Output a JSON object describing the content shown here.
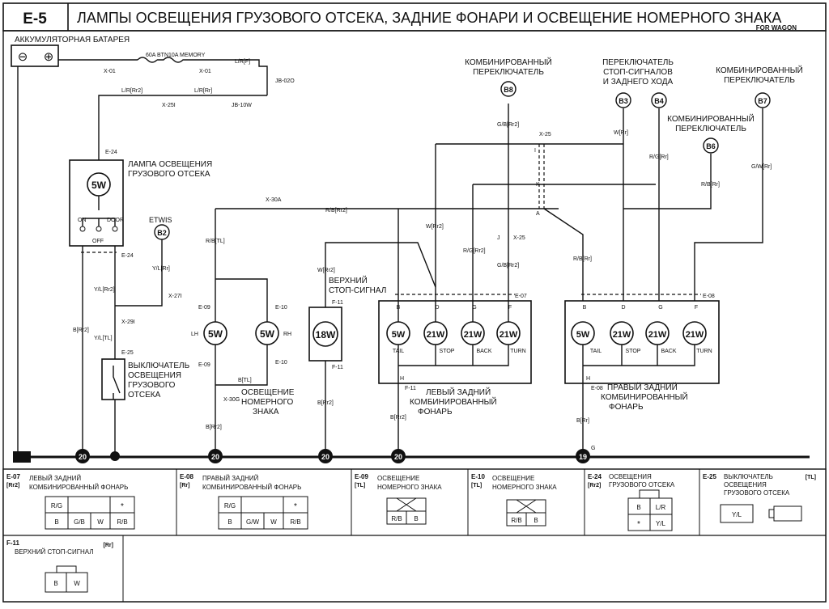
{
  "header": {
    "code": "E-5",
    "title": "ЛАМПЫ ОСВЕЩЕНИЯ ГРУЗОВОГО ОТСЕКА, ЗАДНИЕ ФОНАРИ И ОСВЕЩЕНИЕ НОМЕРНОГО ЗНАКА",
    "subtitle": "FOR WAGON"
  },
  "battery": {
    "label": "АККУМУЛЯТОРНАЯ БАТАРЕЯ",
    "minus": "⊖",
    "plus": "⊕"
  },
  "fuses": {
    "fuse1": "60A BTN",
    "fuse2": "10A MEMORY"
  },
  "connectors": {
    "x01a": "X-01",
    "x01b": "X-01",
    "lrf": "L/R[F]",
    "jb02o": "JB-02O",
    "lrr2": "L/R[Rr2]",
    "x25i": "X-25I",
    "lrr": "L/R[Rr]",
    "jb10w": "JB-10W",
    "e24": "E-24",
    "e24b": "E-24",
    "x30a": "X-30A",
    "rbr2": "R/B[Rr2]",
    "ylr": "Y/L[Rr]",
    "x27i": "X-27I",
    "ylr2": "Y/L[Rr2]",
    "x29i": "X-29I",
    "yltl": "Y/L[TL]",
    "e25": "E-25",
    "brr2": "B[Rr2]",
    "rbtl": "R/B[TL]",
    "e09a": "E-09",
    "e09b": "E-09",
    "e10a": "E-10",
    "e10b": "E-10",
    "btl": "B[TL]",
    "x30g": "X-30G",
    "br2b": "B[Rr2]",
    "wr2": "W[Rr2]",
    "f11a": "F-11",
    "f11b": "F-11",
    "br2c": "B[Rr2]",
    "gbr2": "G/B[Rr2]",
    "x25": "X-25",
    "wrr2": "W[Rr2]",
    "rgr2": "R/G[Rr2]",
    "j": "J",
    "x25b": "X-25",
    "gbr2b": "G/B[Rr2]",
    "e07": "E-07",
    "f11c": "F-11",
    "br2d": "B[Rr2]",
    "wrr": "W[Rr]",
    "rgrr": "R/G[Rr]",
    "rbrr": "R/B[Rr]",
    "rbrr2": "R/B[Rr]",
    "gwr": "G/W[Rr]",
    "e08": "E-08",
    "e08b": "E-08",
    "brr": "B[Rr]",
    "conI": "I",
    "conK": "K",
    "conA": "A",
    "lh": "LH",
    "rh": "RH",
    "on": "ON",
    "off": "OFF",
    "door": "DOOR",
    "g": "G"
  },
  "components": {
    "cargo_lamp": {
      "watt": "5W",
      "label": [
        "ЛАМПА ОСВЕЩЕНИЯ",
        "ГРУЗОВОГО ОТСЕКА"
      ]
    },
    "etwis": {
      "label": "ETWIS",
      "node": "B2"
    },
    "cargo_switch": {
      "label": [
        "ВЫКЛЮЧАТЕЛЬ",
        "ОСВЕЩЕНИЯ",
        "ГРУЗОВОГО",
        "ОТСЕКА"
      ]
    },
    "plate_lh": {
      "watt": "5W"
    },
    "plate_rh": {
      "watt": "5W"
    },
    "plate_label": [
      "ОСВЕЩЕНИЕ",
      "НОМЕРНОГО",
      "ЗНАКА"
    ],
    "stop_lamp": {
      "watt": "18W",
      "label": [
        "ВЕРХНИЙ",
        "СТОП-СИГНАЛ"
      ]
    },
    "left_rear": {
      "label": [
        "ЛЕВЫЙ ЗАДНИЙ",
        "КОМБИНИРОВАННЫЙ",
        "ФОНАРЬ"
      ],
      "bulbs": [
        {
          "w": "5W",
          "n": "TAIL"
        },
        {
          "w": "21W",
          "n": "STOP"
        },
        {
          "w": "21W",
          "n": "BACK"
        },
        {
          "w": "21W",
          "n": "TURN"
        }
      ],
      "pins": [
        "B",
        "D",
        "G",
        "F"
      ],
      "pin_h": "H"
    },
    "right_rear": {
      "label": [
        "ПРАВЫЙ ЗАДНИЙ",
        "КОМБИНИРОВАННЫЙ",
        "ФОНАРЬ"
      ],
      "bulbs": [
        {
          "w": "5W",
          "n": "TAIL"
        },
        {
          "w": "21W",
          "n": "STOP"
        },
        {
          "w": "21W",
          "n": "BACK"
        },
        {
          "w": "21W",
          "n": "TURN"
        }
      ],
      "pins": [
        "B",
        "D",
        "G",
        "F"
      ],
      "pin_h": "H"
    },
    "combo_switch_b8": {
      "label": [
        "КОМБИНИРОВАННЫЙ",
        "ПЕРЕКЛЮЧАТЕЛЬ"
      ],
      "node": "B8"
    },
    "stop_reverse_switch": {
      "label": [
        "ПЕРЕКЛЮЧАТЕЛЬ",
        "СТОП-СИГНАЛОВ",
        "И ЗАДНЕГО ХОДА"
      ],
      "node1": "B3",
      "node2": "B4"
    },
    "combo_switch_b7": {
      "label": [
        "КОМБИНИРОВАННЫЙ",
        "ПЕРЕКЛЮЧАТЕЛЬ"
      ],
      "node": "B7"
    },
    "combo_switch_b6": {
      "label": [
        "КОМБИНИРОВАННЫЙ",
        "ПЕРЕКЛЮЧАТЕЛЬ"
      ],
      "node": "B6"
    }
  },
  "grounds": [
    "20",
    "20",
    "20",
    "20",
    "19"
  ],
  "connector_table": [
    {
      "code": "E-07",
      "sub": "[Rr2]",
      "name": [
        "ЛЕВЫЙ ЗАДНИЙ",
        "КОМБИНИРОВАННЫЙ ФОНАРЬ"
      ],
      "cells": [
        "R/G",
        "B",
        "G/B",
        "W",
        "R/B",
        "*"
      ]
    },
    {
      "code": "E-08",
      "sub": "[Rr]",
      "name": [
        "ПРАВЫЙ ЗАДНИЙ",
        "КОМБИНИРОВАННЫЙ ФОНАРЬ"
      ],
      "cells": [
        "R/G",
        "B",
        "G/W",
        "W",
        "R/B",
        "*"
      ]
    },
    {
      "code": "E-09",
      "sub": "[TL]",
      "name": [
        "ОСВЕЩЕНИЕ",
        "НОМЕРНОГО ЗНАКА"
      ],
      "cells": [
        "R/B",
        "B"
      ]
    },
    {
      "code": "E-10",
      "sub": "[TL]",
      "name": [
        "ОСВЕЩЕНИЕ",
        "НОМЕРНОГО ЗНАКА"
      ],
      "cells": [
        "R/B",
        "B"
      ]
    },
    {
      "code": "E-24",
      "sub": "[Rr2]",
      "name": [
        "ОСВЕЩЕНИЯ",
        "ГРУЗОВОГО ОТСЕКА"
      ],
      "cells": [
        "B",
        "L/R",
        "*",
        "Y/L"
      ]
    },
    {
      "code": "E-25",
      "sub": "[TL]",
      "name": [
        "ВЫКЛЮЧАТЕЛЬ",
        "ОСВЕЩЕНИЯ",
        "ГРУЗОВОГО ОТСЕКА"
      ],
      "cells": [
        "Y/L"
      ]
    },
    {
      "code": "F-11",
      "sub": "[Rr]",
      "name": [
        "ВЕРХНИЙ СТОП-СИГНАЛ"
      ],
      "cells": [
        "B",
        "W"
      ]
    }
  ]
}
